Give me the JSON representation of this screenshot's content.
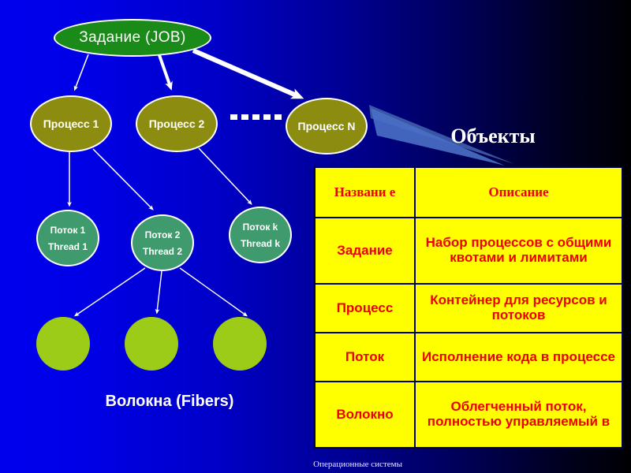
{
  "slide": {
    "heading": "Объекты",
    "fibers_caption": "Волокна (Fibers)",
    "footer": "Операционные системы",
    "background_left_color": "#0000ee",
    "background_right_color": "#000003"
  },
  "diagram": {
    "job": {
      "label": "Задание  (JOB)",
      "fill": "#1a8a18",
      "stroke": "#ffffff"
    },
    "processes": [
      {
        "label": "Процесс 1",
        "fill": "#8c8c10"
      },
      {
        "label": "Процесс 2",
        "fill": "#8c8c10"
      },
      {
        "label": "Процесс N",
        "fill": "#8c8c10"
      }
    ],
    "process_ellipsis": "- - - - -",
    "threads": [
      {
        "line1": "Поток 1",
        "line2": "Thread 1",
        "fill": "#3f9b6d"
      },
      {
        "line1": "Поток 2",
        "line2": "Thread 2",
        "fill": "#3f9b6d"
      },
      {
        "line1": "Поток k",
        "line2": "Thread k",
        "fill": "#3f9b6d"
      }
    ],
    "fibers": [
      {
        "fill": "#9ccb18"
      },
      {
        "fill": "#9ccb18"
      },
      {
        "fill": "#9ccb18"
      }
    ],
    "arrow_color": "#ffffff"
  },
  "table": {
    "background": "#ffff00",
    "text_color": "#ee0000",
    "border_color": "#00004a",
    "headers": [
      "Названи е",
      "Описание"
    ],
    "rows": [
      {
        "name": "Задание",
        "description": "Набор процессов с общими квотами и лимитами"
      },
      {
        "name": "Процесс",
        "description": "Контейнер для ресурсов и потоков"
      },
      {
        "name": "Поток",
        "description": "Исполнение кода в процессе"
      },
      {
        "name": "Волокно",
        "description": "Облегченный поток, полностью управляемый в"
      }
    ]
  }
}
